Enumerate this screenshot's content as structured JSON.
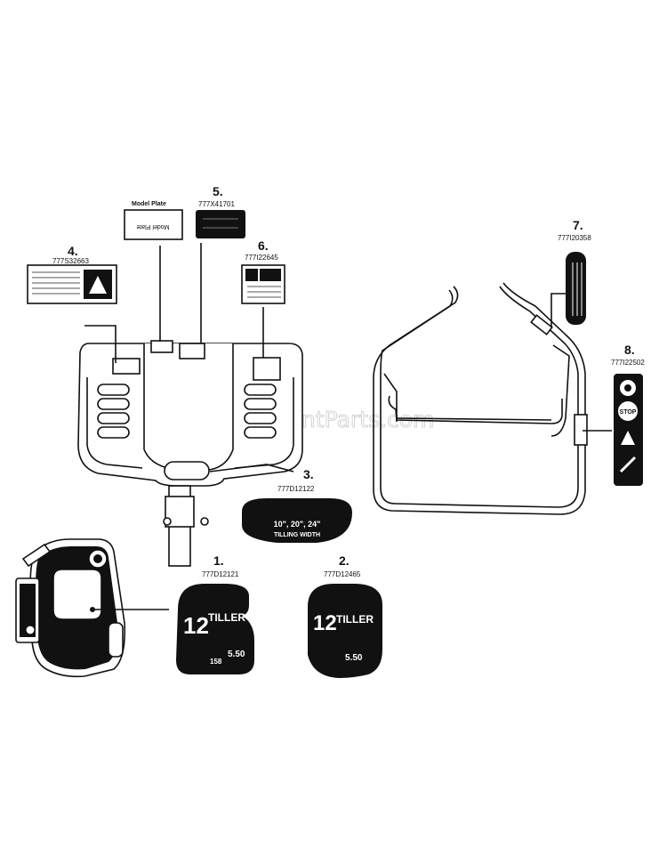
{
  "watermark": "eReplacementParts.com",
  "model_plate": {
    "title": "Model Plate",
    "decal_text": "Model Plate"
  },
  "callouts": [
    {
      "number": "1.",
      "part": "777D12121"
    },
    {
      "number": "2.",
      "part": "777D12465"
    },
    {
      "number": "3.",
      "part": "777D12122"
    },
    {
      "number": "4.",
      "part": "777S32663"
    },
    {
      "number": "5.",
      "part": "777X41701"
    },
    {
      "number": "6.",
      "part": "777I22645"
    },
    {
      "number": "7.",
      "part": "777I20358"
    },
    {
      "number": "8.",
      "part": "777I22502"
    }
  ],
  "decals": {
    "tiller_1": {
      "big_num": "12",
      "word": "TILLER",
      "value": "5.50",
      "small": "158"
    },
    "tiller_2": {
      "big_num": "12",
      "word": "TILLER",
      "value": "5.50"
    },
    "width": {
      "line1": "10\", 20\", 24\"",
      "line2": "TILLING WIDTH"
    },
    "stop": "STOP"
  }
}
